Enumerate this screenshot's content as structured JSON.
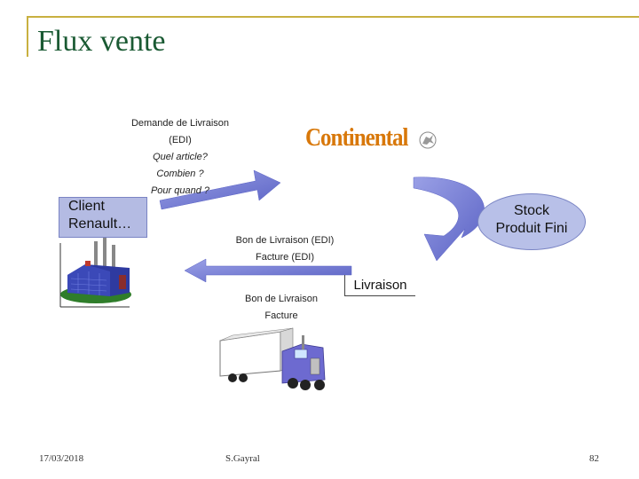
{
  "title": "Flux vente",
  "demande": {
    "line1": "Demande de Livraison",
    "line2": "(EDI)",
    "line3": "Quel article?",
    "line4": "Combien ?",
    "line5": "Pour quand ?"
  },
  "logo_text": "Continental",
  "client": {
    "line1": "Client",
    "line2": "Renault…"
  },
  "stock": {
    "line1": "Stock",
    "line2": "Produit Fini"
  },
  "bon_edi": {
    "line1": "Bon de Livraison (EDI)",
    "line2": "Facture (EDI)"
  },
  "livraison_label": "Livraison",
  "bon_facture": {
    "line1": "Bon de Livraison",
    "line2": "Facture"
  },
  "footer": {
    "date": "17/03/2018",
    "author": "S.Gayral",
    "page": "82"
  },
  "colors": {
    "title": "#1a5a33",
    "frame": "#c8b040",
    "arrow": "#6d74cc",
    "box": "#b4bbe3",
    "logo": "#d8780a",
    "truck": "#6d6ad0"
  }
}
